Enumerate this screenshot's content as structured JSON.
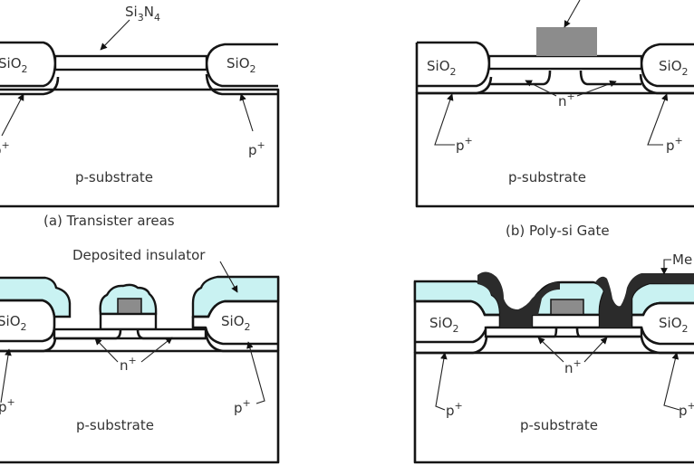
{
  "figure": {
    "title": "Fabrication of NMOS transistor — cross-section steps",
    "colors": {
      "insulator": "#c9f2f2",
      "poly_gate": "#8c8c8c",
      "metal": "#2b2b2b",
      "outline": "#151515",
      "background": "#ffffff"
    },
    "panels": [
      {
        "id": "a",
        "caption": "(a) Transister areas",
        "labels": {
          "nitride": "Si",
          "nitride_sub1": "3",
          "nitride_n": "N",
          "nitride_sub2": "4",
          "oxide_left": "SiO",
          "oxide_left_sub": "2",
          "oxide_right": "SiO",
          "oxide_right_sub": "2",
          "p_left": "p",
          "p_left_sup": "+",
          "p_right": "p",
          "p_right_sup": "+",
          "substrate": "p-substrate"
        }
      },
      {
        "id": "b",
        "caption": "(b) Poly-si Gate",
        "labels": {
          "oxide_left": "SiO",
          "oxide_left_sub": "2",
          "oxide_right": "SiO",
          "oxide_right_sub": "2",
          "n_plus": "n",
          "n_plus_sup": "+",
          "p_left": "p",
          "p_left_sup": "+",
          "p_right": "p",
          "p_right_sup": "+",
          "substrate": "p-substrate"
        }
      },
      {
        "id": "c",
        "caption": "",
        "labels": {
          "insulator": "Deposited insulator",
          "oxide_left": "SiO",
          "oxide_left_sub": "2",
          "oxide_right": "SiO",
          "oxide_right_sub": "2",
          "n_plus": "n",
          "n_plus_sup": "+",
          "p_left": "p",
          "p_left_sup": "+",
          "p_right": "p",
          "p_right_sup": "+",
          "substrate": "p-substrate"
        }
      },
      {
        "id": "d",
        "caption": "",
        "labels": {
          "metal": "Me",
          "oxide_left": "SiO",
          "oxide_left_sub": "2",
          "oxide_right": "SiO",
          "oxide_right_sub": "2",
          "n_plus": "n",
          "n_plus_sup": "+",
          "p_left": "p",
          "p_left_sup": "+",
          "p_right": "p",
          "p_right_sup": "+",
          "substrate": "p-substrate"
        }
      }
    ]
  }
}
